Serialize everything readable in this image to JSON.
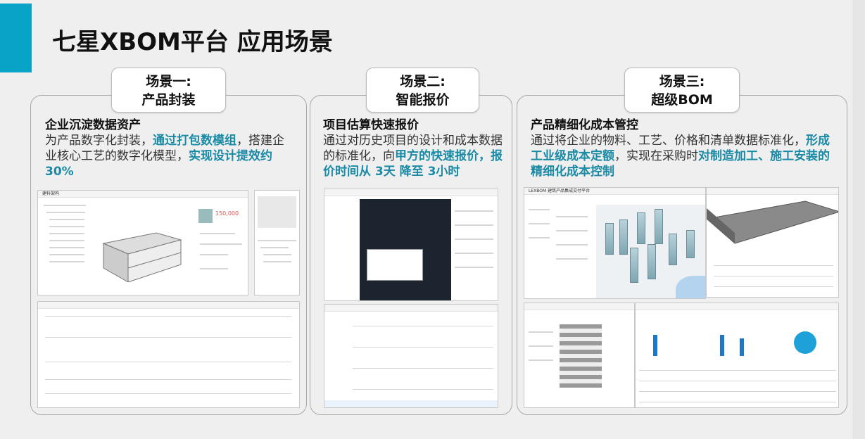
{
  "title": "七星XBOM平台 应用场景",
  "colors": {
    "accent": "#0aa3c8",
    "highlight": "#1a8aa5"
  },
  "scenarios": [
    {
      "tab_line1": "场景一:",
      "tab_line2": "产品封装",
      "heading": "企业沉淀数据资产",
      "body": [
        "为产品数字化封装，",
        "通过打包数模组",
        "，搭建企业核心工艺的数字化模型，",
        "实现设计提效约30%"
      ],
      "shots": {
        "app_name": "建科架构",
        "price": "150,000"
      }
    },
    {
      "tab_line1": "场景二:",
      "tab_line2": "智能报价",
      "heading": "项目估算快速报价",
      "body": [
        "通过对历史项目的设计和成本数据的标准化，向",
        "甲方的快速报价，报价时间从 3天 降至 3小时"
      ]
    },
    {
      "tab_line1": "场景三:",
      "tab_line2": "超级BOM",
      "heading": "产品精细化成本管控",
      "body": [
        "通过将企业的物料、工艺、价格和清单数据标准化，",
        "形成工业级成本定额",
        "，实现在采购时",
        "对制造加工、施工安装的精细化成本控制"
      ],
      "shots": {
        "platform": "建筑产品集成交付平台",
        "brand": "LEXBOM"
      }
    }
  ]
}
